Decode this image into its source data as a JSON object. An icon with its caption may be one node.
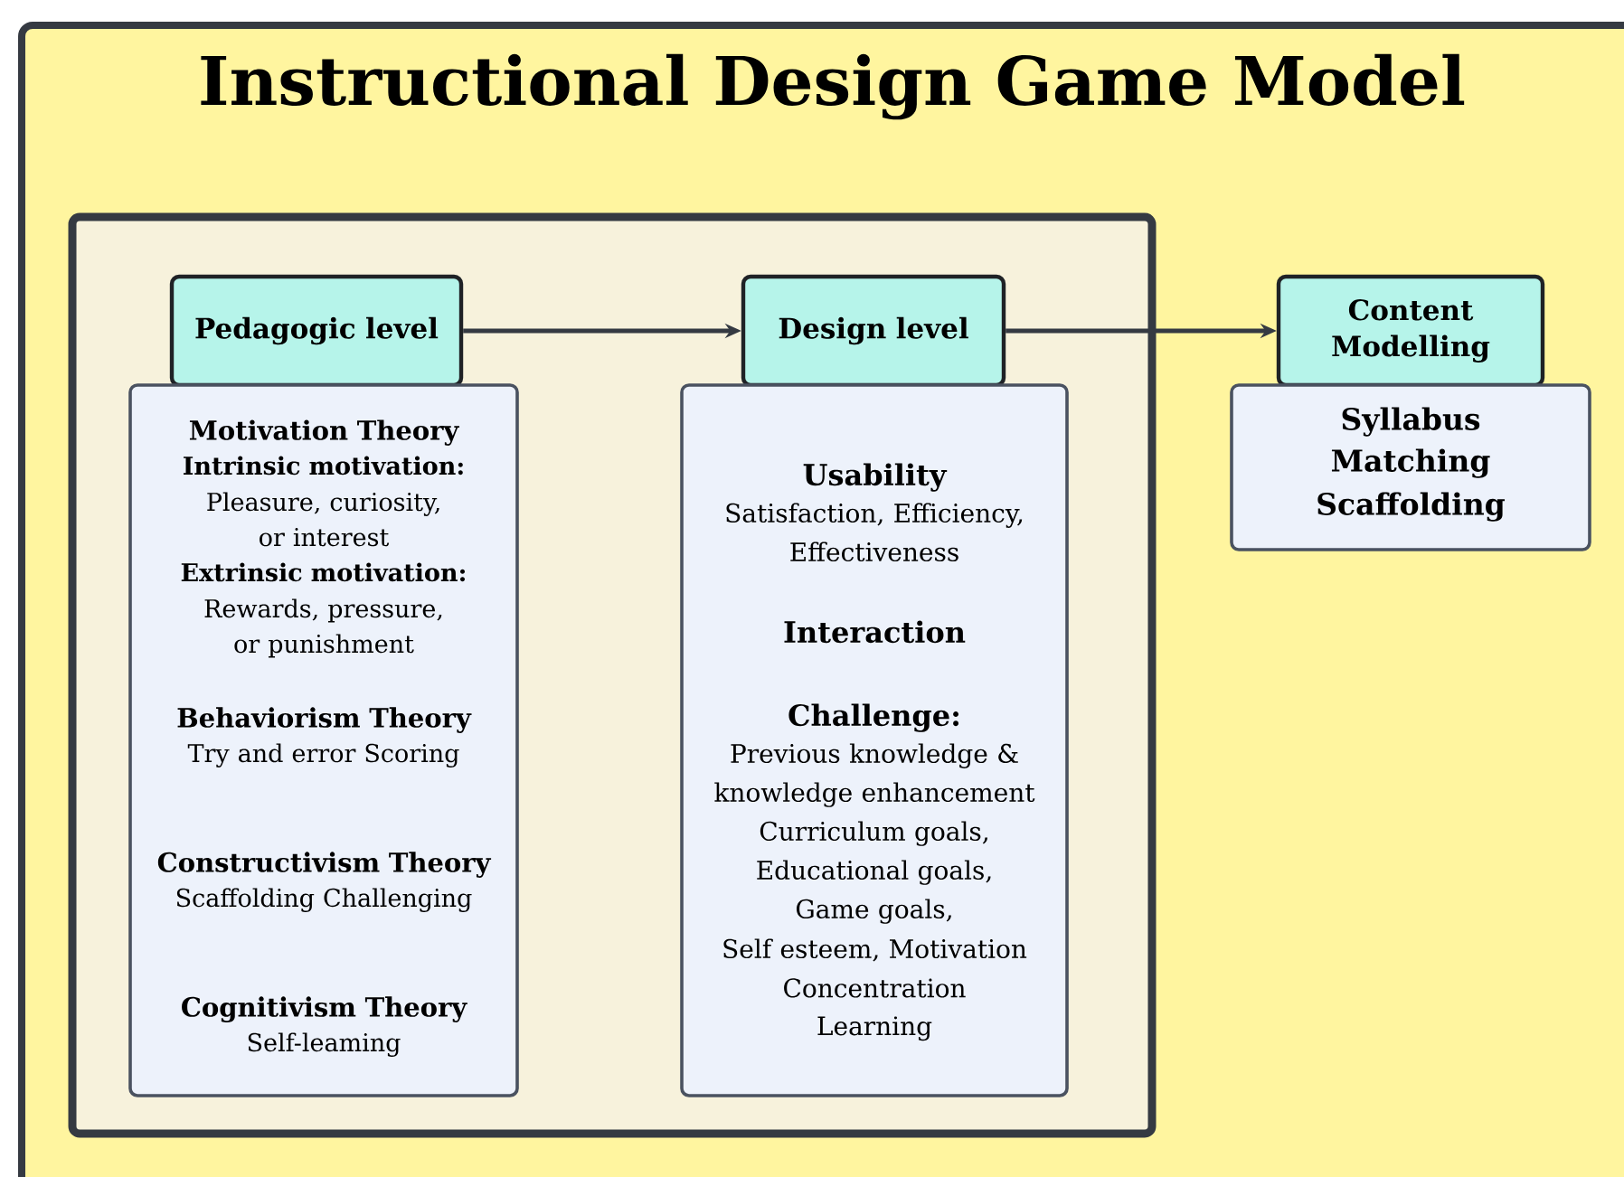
{
  "diagram": {
    "title": "Instructional Design Game Model",
    "nodes": [
      {
        "text": [],
        "shape": "box"
      },
      {
        "text": [
          "Pedagogic level"
        ],
        "in": 0
      },
      {
        "text": [
          "Motivation Theory",
          "Intrinsic motivation:",
          "Pleasure, curiosity, or interest",
          "Extrinsic motivation:",
          "Rewards, pressure, or punishment",
          "Behaviorism Theory",
          "Try and error Scoring",
          "Constructivism Theory",
          "Scaffolding Challenging",
          "Cognitivism Theory",
          "Self-leaming"
        ],
        "in": 0
      },
      {
        "text": [
          "Design level"
        ],
        "in": 0
      },
      {
        "text": [
          "Usability",
          "Satisfaction, Efficiency, Effectiveness",
          "Interaction",
          "Challenge:",
          "Previous knowledge & knowledge enhancement",
          "Curriculum goals, Educational goals, Game goals,",
          "Self esteem, Motivation",
          "Concentration",
          "Learning"
        ],
        "in": 0
      },
      {
        "text": [
          "Content Modelling"
        ]
      },
      {
        "text": [
          "Syllabus",
          "Matching",
          "Scaffolding"
        ]
      }
    ],
    "edges": [
      {
        "from": 1,
        "to": 3,
        "arrow": "to"
      },
      {
        "from": 3,
        "to": 5,
        "arrow": "to"
      }
    ]
  }
}
